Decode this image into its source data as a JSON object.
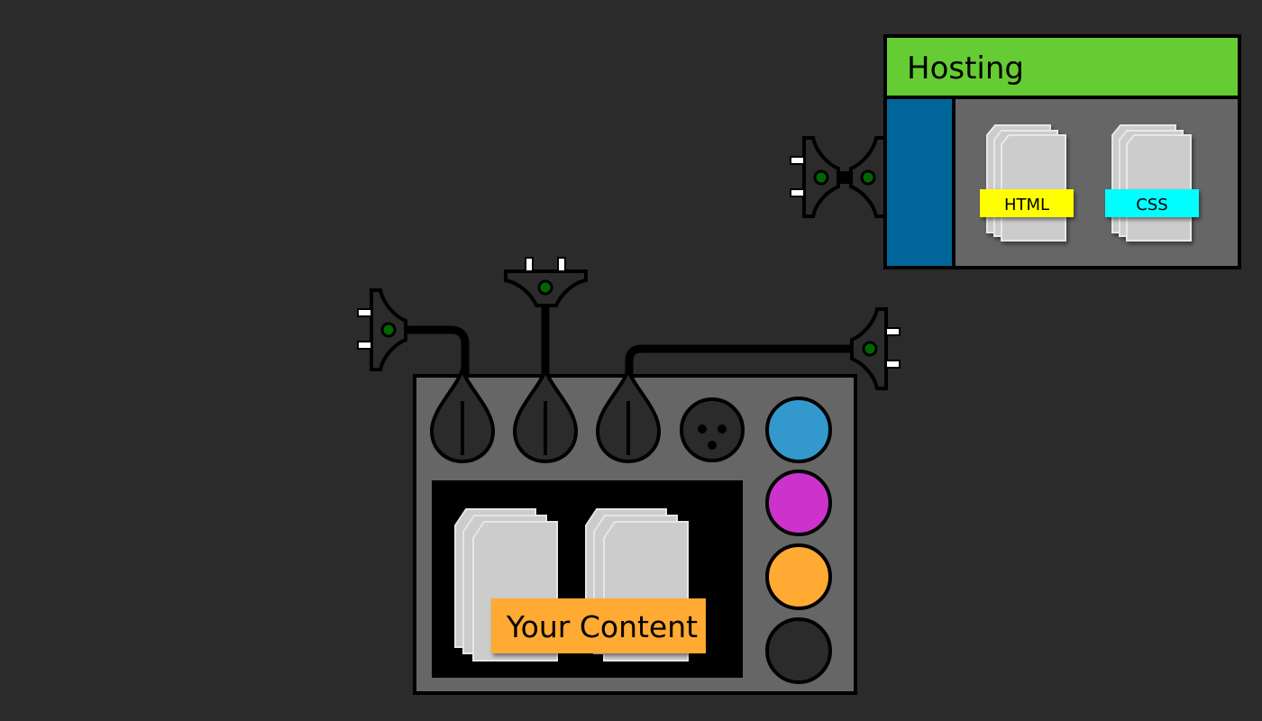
{
  "hosting": {
    "title": "Hosting",
    "files": [
      {
        "label": "HTML",
        "color": "#ffff00"
      },
      {
        "label": "CSS",
        "color": "#00ffff"
      }
    ]
  },
  "device": {
    "content_label": "Your Content",
    "buttons": [
      {
        "name": "blue-button",
        "color": "#3399cc"
      },
      {
        "name": "magenta-button",
        "color": "#cc33cc"
      },
      {
        "name": "orange-button",
        "color": "#ffaa33"
      },
      {
        "name": "dark-button",
        "color": "#2b2b2b"
      }
    ]
  },
  "colors": {
    "background": "#2b2b2b",
    "hosting_header": "#66cc33",
    "hosting_side": "#006699",
    "panel": "#666666",
    "screen": "#000000",
    "content_badge": "#ffaa33",
    "plug_led": "#006600"
  }
}
